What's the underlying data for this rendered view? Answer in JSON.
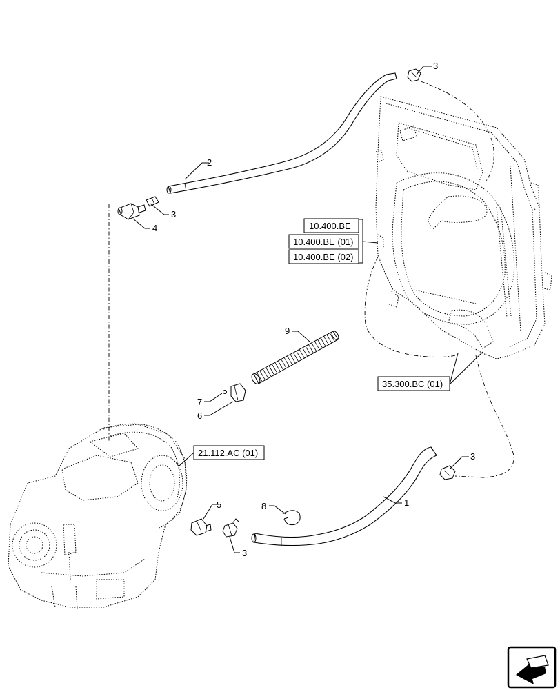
{
  "callouts": {
    "c1": "1",
    "c2": "2",
    "c3a": "3",
    "c3b": "3",
    "c3c": "3",
    "c3d": "3",
    "c4": "4",
    "c5": "5",
    "c6": "6",
    "c7": "7",
    "c8": "8",
    "c9": "9"
  },
  "references": {
    "r1": "10.400.BE",
    "r2": "10.400.BE (01)",
    "r3": "10.400.BE (02)",
    "r4": "35.300.BC (01)",
    "r5": "21.112.AC (01)"
  },
  "icons": {
    "nav": "next-page-arrow-icon"
  }
}
